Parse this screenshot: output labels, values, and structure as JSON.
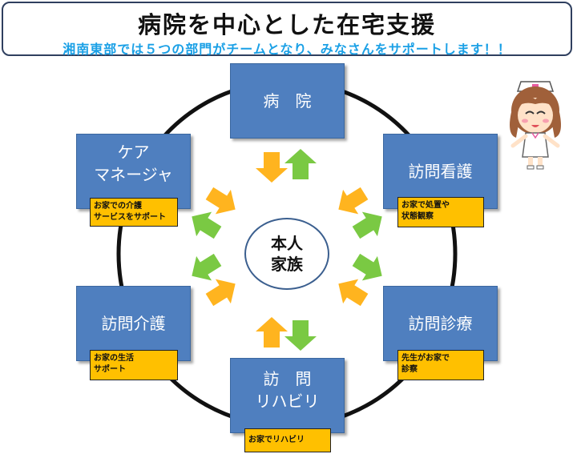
{
  "header": {
    "title": "病院を中心とした在宅支援",
    "subtitle": "湘南東部では５つの部門がチームとなり、みなさんをサポートします！！"
  },
  "center": {
    "label": "本人\n家族"
  },
  "nodes": {
    "hospital": {
      "label": "病　院"
    },
    "care_manager": {
      "label": "ケア\nマネージャ",
      "note": "お家での介護\nサービスをサポート"
    },
    "home_nursing": {
      "label": "訪問看護",
      "note": "お家で処置や\n状態観察"
    },
    "home_care": {
      "label": "訪問介護",
      "note": "お家の生活\nサポート"
    },
    "home_medical": {
      "label": "訪問診療",
      "note": "先生がお家で\n診察"
    },
    "home_rehab": {
      "label": "訪　問\nリハビリ",
      "note": "お家でリハビリ"
    }
  },
  "colors": {
    "node": "#4f7fbf",
    "note": "#ffc000",
    "arrow_orange": "#ffb41f",
    "arrow_green": "#7ac943",
    "circle": "#111111",
    "subtitle": "#1aa0e6"
  },
  "icons": {
    "mascot": "nurse-illustration"
  }
}
